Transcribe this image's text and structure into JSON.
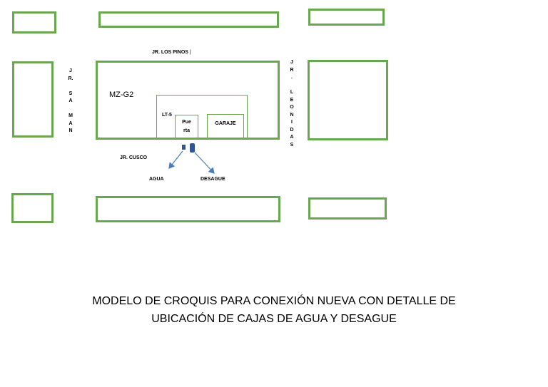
{
  "streets": {
    "top": "JR. LOS PINOS",
    "top_cursor": "|",
    "left": [
      "J",
      "R.",
      "",
      "S",
      "A",
      "",
      "M",
      "A",
      "N"
    ],
    "right": [
      "J",
      "R",
      ".",
      "",
      "L",
      "E",
      "O",
      "N",
      "I",
      "D",
      "A",
      "S"
    ],
    "bottom": "JR. CUSCO"
  },
  "block_label": "MZ-G2",
  "lot_label": "LT-5",
  "door_label": [
    "Pue",
    "rta"
  ],
  "garage_label": "GARAJE",
  "water_label": "AGUA",
  "drain_label": "DESAGUE",
  "caption": {
    "line1": "MODELO DE CROQUIS PARA CONEXIÓN NUEVA CON DETALLE DE",
    "line2": "UBICACIÓN DE CAJAS DE AGUA Y DESAGUE"
  },
  "colors": {
    "block_border": "#6aa84f",
    "water_box": "#2f5597",
    "drain_box": "#2f5597",
    "arrow": "#4a7ebb"
  }
}
